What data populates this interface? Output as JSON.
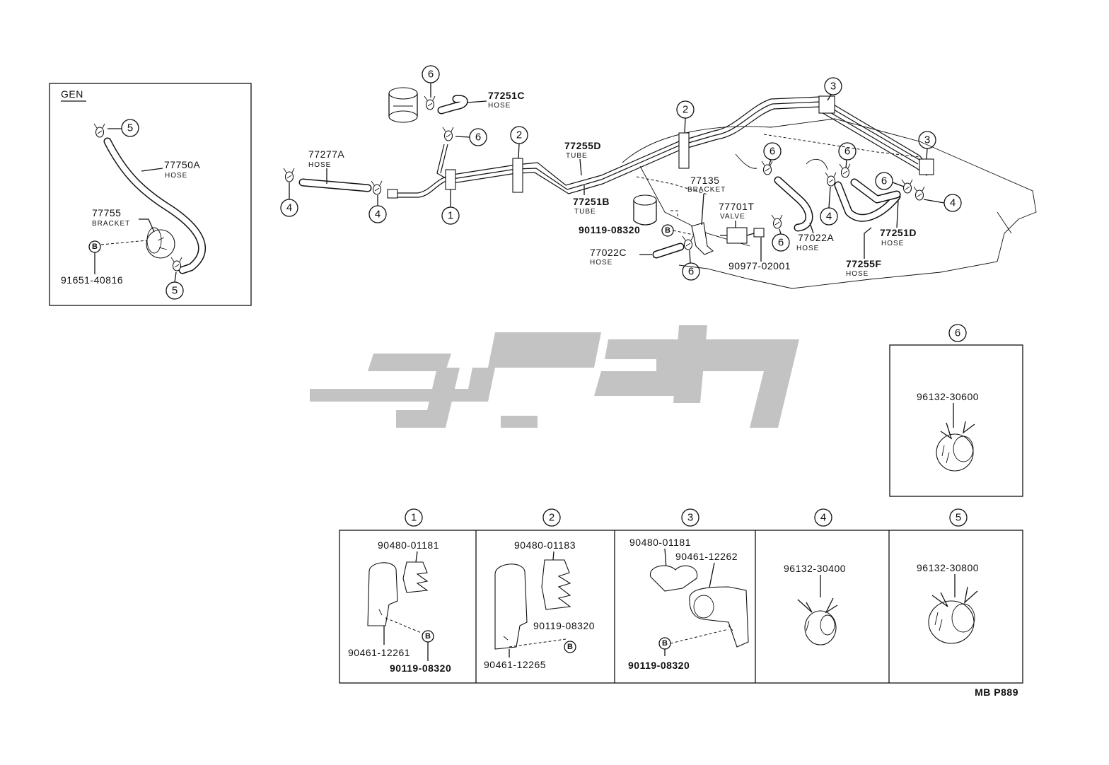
{
  "diagram": {
    "gen_panel": {
      "title": "GEN",
      "hose_part": "77750A",
      "hose_sub": "HOSE",
      "bracket_part": "77755",
      "bracket_sub": "BRACKET",
      "bolt_mark": "B",
      "bolt_part": "91651-40816",
      "callout_top": "5",
      "callout_bottom": "5"
    },
    "main": {
      "hose_77251C": "77251C",
      "hose_77251C_sub": "HOSE",
      "hose_77277A": "77277A",
      "hose_77277A_sub": "HOSE",
      "tube_77255D": "77255D",
      "tube_77255D_sub": "TUBE",
      "tube_77251B": "77251B",
      "tube_77251B_sub": "TUBE",
      "bracket_77135": "77135",
      "bracket_77135_sub": "BRACKET",
      "valve_77701T": "77701T",
      "valve_77701T_sub": "VALVE",
      "bolt_90119": "90119-08320",
      "bolt_mark": "B",
      "hose_77022C": "77022C",
      "hose_77022C_sub": "HOSE",
      "part_90977": "90977-02001",
      "hose_77022A": "77022A",
      "hose_77022A_sub": "HOSE",
      "hose_77251D": "77251D",
      "hose_77251D_sub": "HOSE",
      "hose_77255F": "77255F",
      "hose_77255F_sub": "HOSE",
      "callouts": {
        "c6_top": "6",
        "c6_mid": "6",
        "c2_left": "2",
        "c2_mid": "2",
        "c3_top": "3",
        "c3_right": "3",
        "c4_left": "4",
        "c4_mid": "4",
        "c1": "1",
        "c6_tank1": "6",
        "c6_tank2": "6",
        "c6_tank3": "6",
        "c4_tank": "4",
        "c4_right": "4",
        "c6_valve": "6",
        "c6_bottom": "6"
      }
    },
    "detail_6": {
      "callout": "6",
      "part": "96132-30600"
    },
    "details": [
      {
        "callout": "1",
        "clamp": "90480-01181",
        "bracket": "90461-12261",
        "bolt": "90119-08320",
        "bolt_mark": "B"
      },
      {
        "callout": "2",
        "clamp": "90480-01183",
        "bracket": "90461-12265",
        "bolt": "90119-08320",
        "bolt_mark": "B"
      },
      {
        "callout": "3",
        "clamp": "90480-01181",
        "bracket": "90461-12262",
        "bolt": "90119-08320",
        "bolt_mark": "B"
      },
      {
        "callout": "4",
        "part": "96132-30400"
      },
      {
        "callout": "5",
        "part": "96132-30800"
      }
    ],
    "figure_code": "MB P889"
  }
}
